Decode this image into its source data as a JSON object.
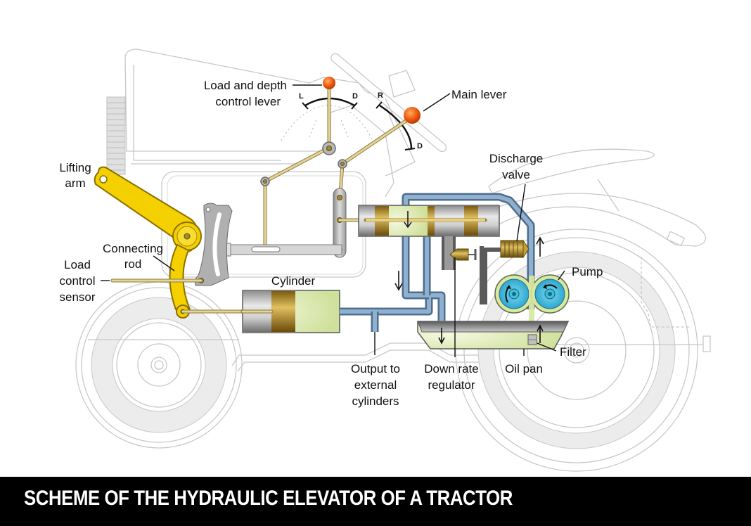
{
  "title": "SCHEME OF THE HYDRAULIC ELEVATOR OF A TRACTOR",
  "labels": {
    "load_depth_lever": [
      "Load and depth",
      "control lever"
    ],
    "main_lever": "Main lever",
    "lifting_arm": [
      "Lifting",
      "arm"
    ],
    "connecting_rod": [
      "Connecting",
      "rod"
    ],
    "load_control_sensor": [
      "Load",
      "control",
      "sensor"
    ],
    "cylinder": "Cylinder",
    "discharge_valve": [
      "Discharge",
      "valve"
    ],
    "pump": "Pump",
    "filter": "Filter",
    "output_external": [
      "Output to",
      "external",
      "cylinders"
    ],
    "down_rate_regulator": [
      "Down rate",
      "regulator"
    ],
    "oil_pan": "Oil pan"
  },
  "lever_marks": {
    "load_depth_left": "L",
    "load_depth_right": "D",
    "main_top": "R",
    "main_bottom": "D"
  },
  "colors": {
    "lifting_arm": "#f5d000",
    "lever_knob": "#f05a10",
    "pipe": "#6d8fb3",
    "oil": "#d8e8a8",
    "pump_gear": "#33b5d8",
    "piston_brass": "#c9a030",
    "title_bar": "#000000"
  }
}
